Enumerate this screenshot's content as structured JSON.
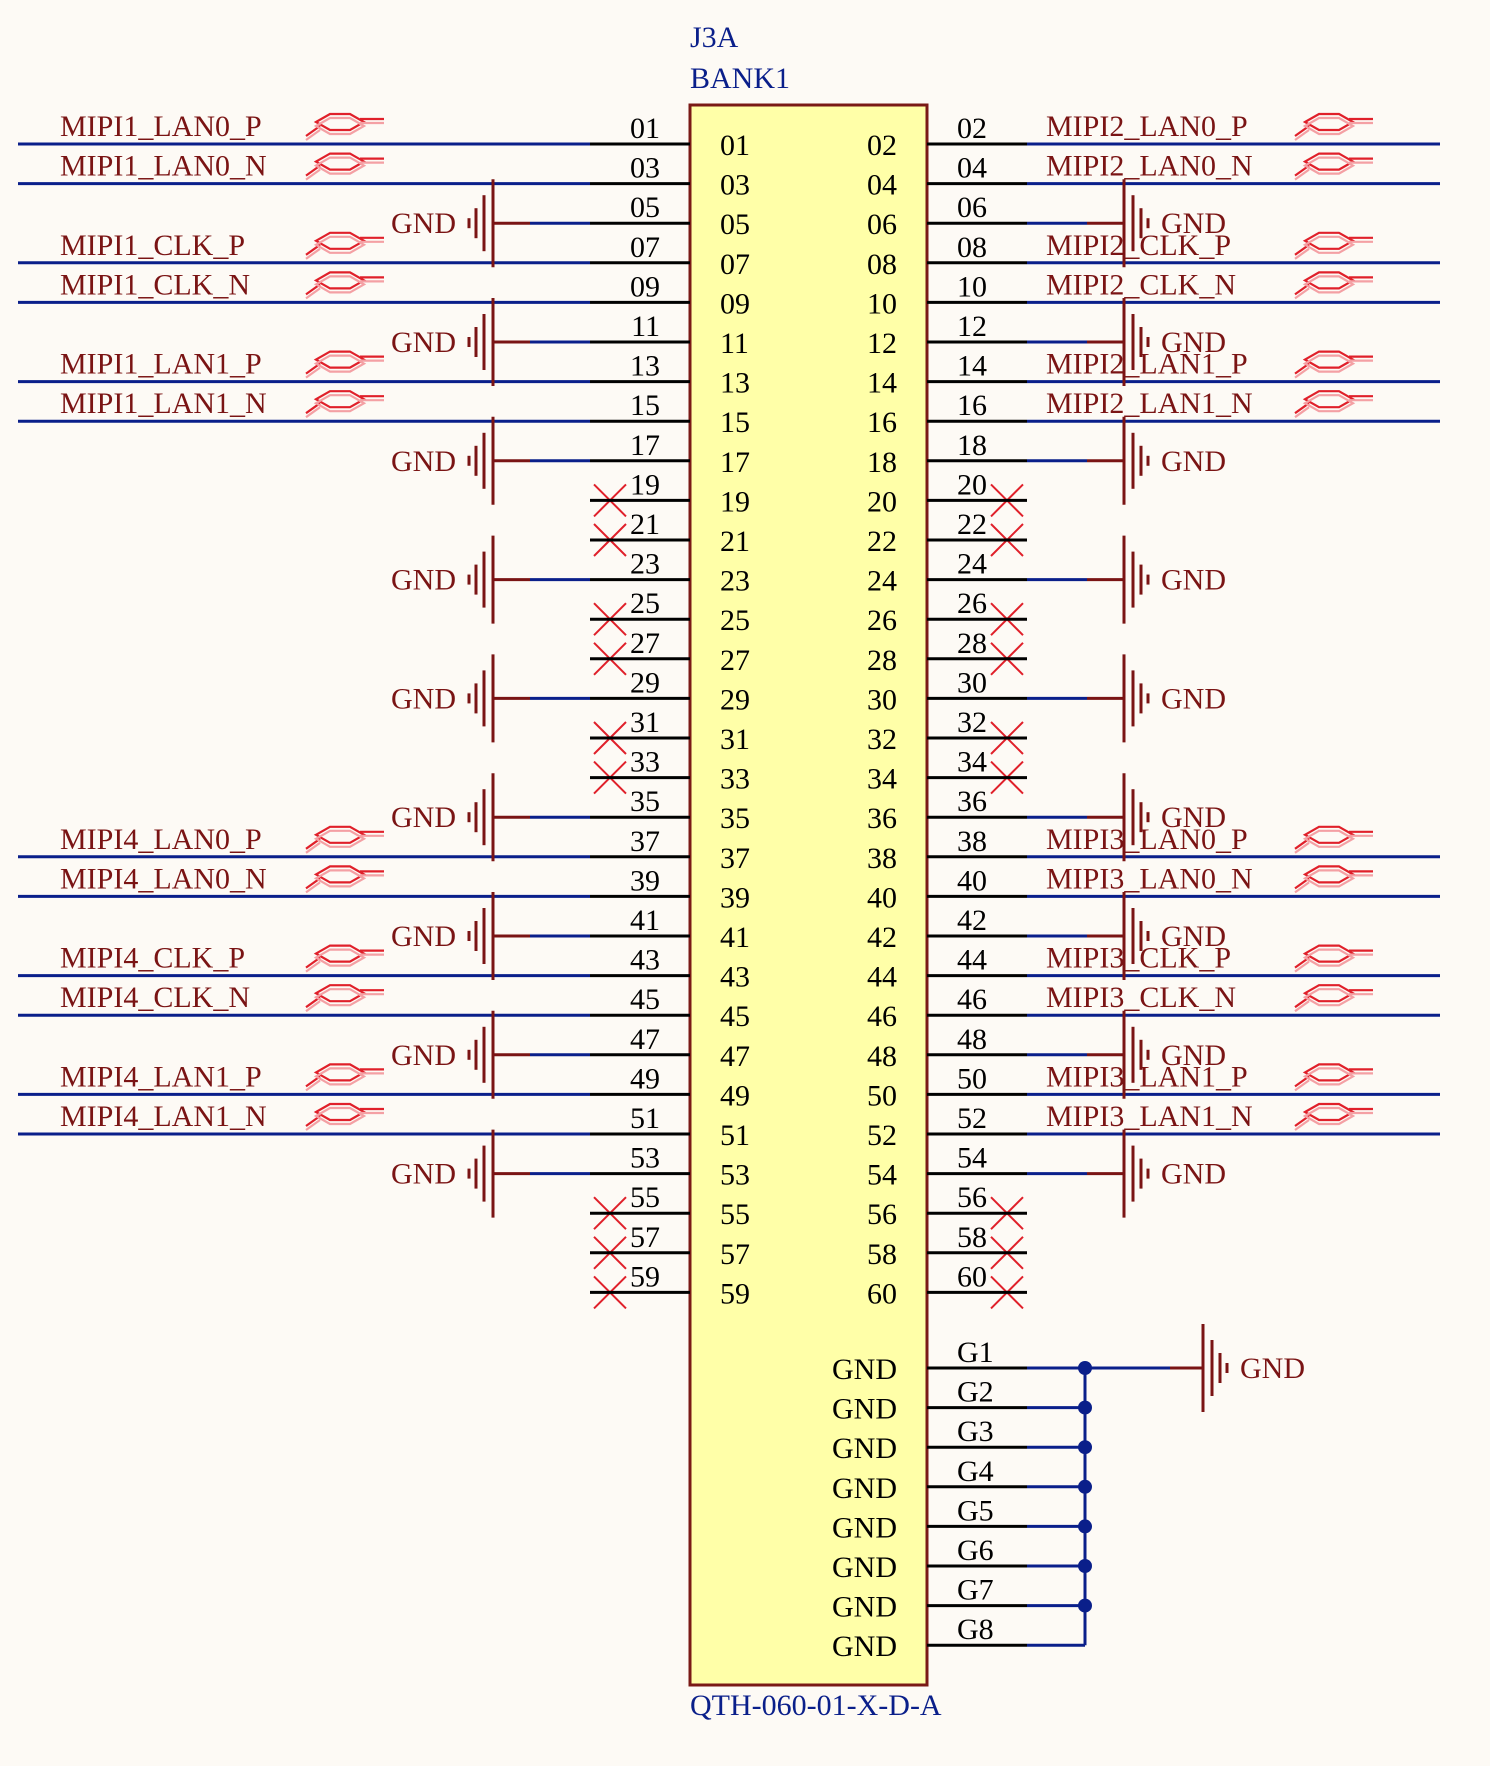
{
  "component": {
    "designator": "J3A",
    "part": "BANK1",
    "footprint": "QTH-060-01-X-D-A",
    "body_color": "#ffffa8",
    "outline_color": "#7a1a16"
  },
  "colors": {
    "wire": "#0a1f8a",
    "net_label": "#7a1414",
    "port_symbol": "#e0202a",
    "pin_text": "#000000",
    "part_text": "#0a1f8a"
  },
  "left_pins": [
    {
      "pin": "01",
      "kind": "net",
      "net": "MIPI1_LAN0_P"
    },
    {
      "pin": "03",
      "kind": "net",
      "net": "MIPI1_LAN0_N"
    },
    {
      "pin": "05",
      "kind": "gnd",
      "net": "GND"
    },
    {
      "pin": "07",
      "kind": "net",
      "net": "MIPI1_CLK_P"
    },
    {
      "pin": "09",
      "kind": "net",
      "net": "MIPI1_CLK_N"
    },
    {
      "pin": "11",
      "kind": "gnd",
      "net": "GND"
    },
    {
      "pin": "13",
      "kind": "net",
      "net": "MIPI1_LAN1_P"
    },
    {
      "pin": "15",
      "kind": "net",
      "net": "MIPI1_LAN1_N"
    },
    {
      "pin": "17",
      "kind": "gnd",
      "net": "GND"
    },
    {
      "pin": "19",
      "kind": "nc",
      "net": ""
    },
    {
      "pin": "21",
      "kind": "nc",
      "net": ""
    },
    {
      "pin": "23",
      "kind": "gnd",
      "net": "GND"
    },
    {
      "pin": "25",
      "kind": "nc",
      "net": ""
    },
    {
      "pin": "27",
      "kind": "nc",
      "net": ""
    },
    {
      "pin": "29",
      "kind": "gnd",
      "net": "GND"
    },
    {
      "pin": "31",
      "kind": "nc",
      "net": ""
    },
    {
      "pin": "33",
      "kind": "nc",
      "net": ""
    },
    {
      "pin": "35",
      "kind": "gnd",
      "net": "GND"
    },
    {
      "pin": "37",
      "kind": "net",
      "net": "MIPI4_LAN0_P"
    },
    {
      "pin": "39",
      "kind": "net",
      "net": "MIPI4_LAN0_N"
    },
    {
      "pin": "41",
      "kind": "gnd",
      "net": "GND"
    },
    {
      "pin": "43",
      "kind": "net",
      "net": "MIPI4_CLK_P"
    },
    {
      "pin": "45",
      "kind": "net",
      "net": "MIPI4_CLK_N"
    },
    {
      "pin": "47",
      "kind": "gnd",
      "net": "GND"
    },
    {
      "pin": "49",
      "kind": "net",
      "net": "MIPI4_LAN1_P"
    },
    {
      "pin": "51",
      "kind": "net",
      "net": "MIPI4_LAN1_N"
    },
    {
      "pin": "53",
      "kind": "gnd",
      "net": "GND"
    },
    {
      "pin": "55",
      "kind": "nc",
      "net": ""
    },
    {
      "pin": "57",
      "kind": "nc",
      "net": ""
    },
    {
      "pin": "59",
      "kind": "nc",
      "net": ""
    }
  ],
  "right_pins": [
    {
      "pin": "02",
      "kind": "net",
      "net": "MIPI2_LAN0_P"
    },
    {
      "pin": "04",
      "kind": "net",
      "net": "MIPI2_LAN0_N"
    },
    {
      "pin": "06",
      "kind": "gnd",
      "net": "GND"
    },
    {
      "pin": "08",
      "kind": "net",
      "net": "MIPI2_CLK_P"
    },
    {
      "pin": "10",
      "kind": "net",
      "net": "MIPI2_CLK_N"
    },
    {
      "pin": "12",
      "kind": "gnd",
      "net": "GND"
    },
    {
      "pin": "14",
      "kind": "net",
      "net": "MIPI2_LAN1_P"
    },
    {
      "pin": "16",
      "kind": "net",
      "net": "MIPI2_LAN1_N"
    },
    {
      "pin": "18",
      "kind": "gnd",
      "net": "GND"
    },
    {
      "pin": "20",
      "kind": "nc",
      "net": ""
    },
    {
      "pin": "22",
      "kind": "nc",
      "net": ""
    },
    {
      "pin": "24",
      "kind": "gnd",
      "net": "GND"
    },
    {
      "pin": "26",
      "kind": "nc",
      "net": ""
    },
    {
      "pin": "28",
      "kind": "nc",
      "net": ""
    },
    {
      "pin": "30",
      "kind": "gnd",
      "net": "GND"
    },
    {
      "pin": "32",
      "kind": "nc",
      "net": ""
    },
    {
      "pin": "34",
      "kind": "nc",
      "net": ""
    },
    {
      "pin": "36",
      "kind": "gnd",
      "net": "GND"
    },
    {
      "pin": "38",
      "kind": "net",
      "net": "MIPI3_LAN0_P"
    },
    {
      "pin": "40",
      "kind": "net",
      "net": "MIPI3_LAN0_N"
    },
    {
      "pin": "42",
      "kind": "gnd",
      "net": "GND"
    },
    {
      "pin": "44",
      "kind": "net",
      "net": "MIPI3_CLK_P"
    },
    {
      "pin": "46",
      "kind": "net",
      "net": "MIPI3_CLK_N"
    },
    {
      "pin": "48",
      "kind": "gnd",
      "net": "GND"
    },
    {
      "pin": "50",
      "kind": "net",
      "net": "MIPI3_LAN1_P"
    },
    {
      "pin": "52",
      "kind": "net",
      "net": "MIPI3_LAN1_N"
    },
    {
      "pin": "54",
      "kind": "gnd",
      "net": "GND"
    },
    {
      "pin": "56",
      "kind": "nc",
      "net": ""
    },
    {
      "pin": "58",
      "kind": "nc",
      "net": ""
    },
    {
      "pin": "60",
      "kind": "nc",
      "net": ""
    }
  ],
  "ground_pins": [
    {
      "pin": "G1",
      "name": "GND"
    },
    {
      "pin": "G2",
      "name": "GND"
    },
    {
      "pin": "G3",
      "name": "GND"
    },
    {
      "pin": "G4",
      "name": "GND"
    },
    {
      "pin": "G5",
      "name": "GND"
    },
    {
      "pin": "G6",
      "name": "GND"
    },
    {
      "pin": "G7",
      "name": "GND"
    },
    {
      "pin": "G8",
      "name": "GND"
    }
  ],
  "ground_net": "GND"
}
